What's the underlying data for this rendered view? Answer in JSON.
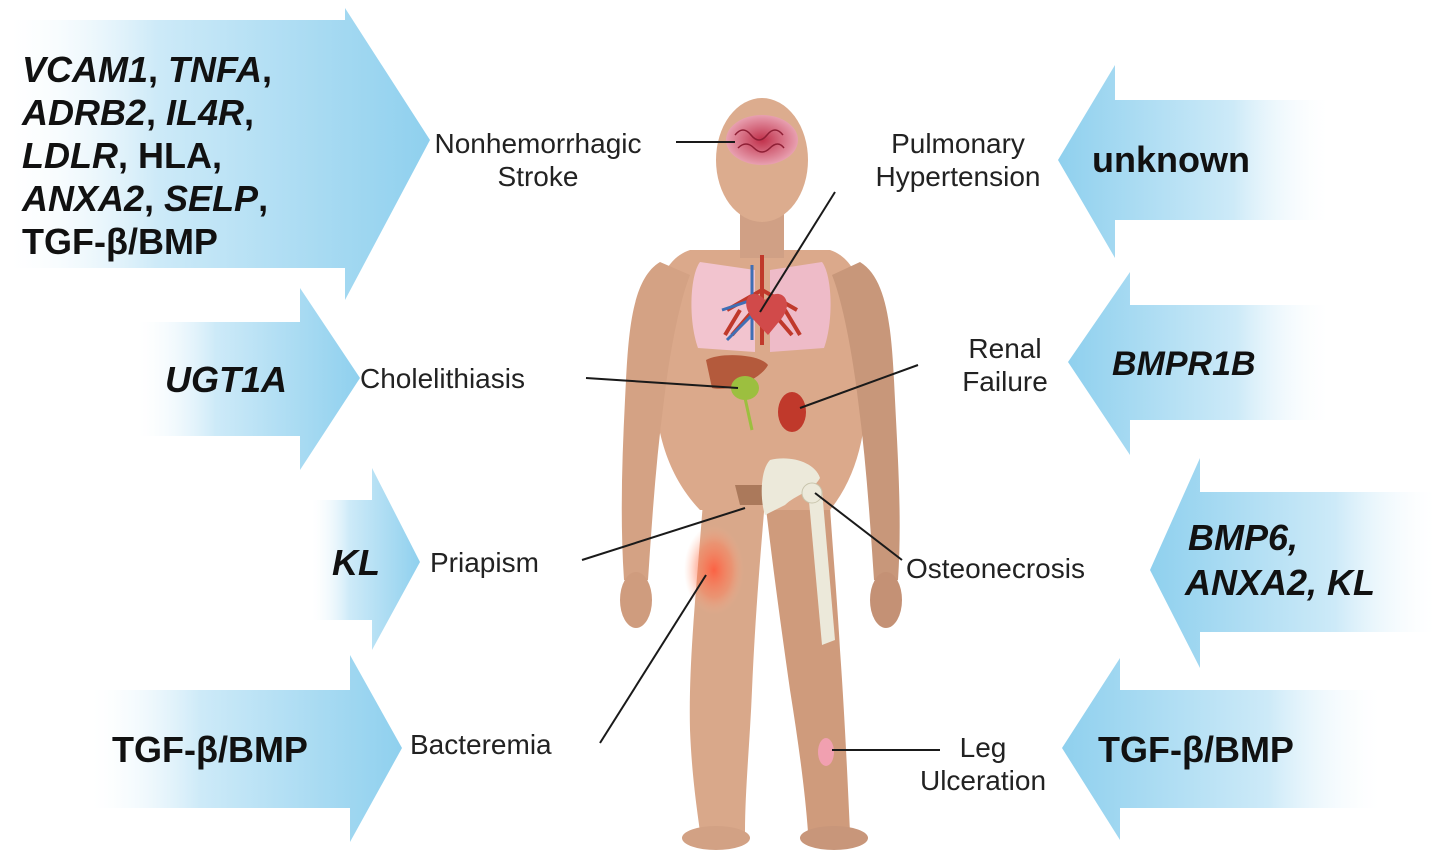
{
  "genes": {
    "stroke": {
      "line1": [
        "VCAM1",
        ", ",
        "TNFA",
        ","
      ],
      "line2": [
        "ADRB2",
        ", ",
        "IL4R",
        ","
      ],
      "line3_italic": "LDLR",
      "line3_upright": ", HLA,",
      "line4": [
        "ANXA2",
        ", ",
        "SELP",
        ","
      ],
      "line5": "TGF-β/BMP"
    },
    "cholelithiasis": "UGT1A",
    "priapism": "KL",
    "bacteremia": "TGF-β/BMP",
    "pulmonary": "unknown",
    "renal": "BMPR1B",
    "osteonecrosis": {
      "line1": "BMP6,",
      "line2": "ANXA2, KL"
    },
    "leg": "TGF-β/BMP"
  },
  "labels": {
    "stroke": [
      "Nonhemorrhagic",
      "Stroke"
    ],
    "pulmonary": [
      "Pulmonary",
      "Hypertension"
    ],
    "cholelithiasis": "Cholelithiasis",
    "renal": [
      "Renal",
      "Failure"
    ],
    "priapism": "Priapism",
    "osteonecrosis": "Osteonecrosis",
    "bacteremia": "Bacteremia",
    "leg": [
      "Leg",
      "Ulceration"
    ]
  },
  "colors": {
    "arrow_dark": "#8fd0ee",
    "arrow_light": "#ffffff",
    "skin": "#d9a88a",
    "skin_shadow": "#b98567",
    "lung": "#f2c4cf",
    "vessel_red": "#c0392b",
    "vessel_blue": "#3f6fb5",
    "bone": "#ece9da",
    "liver": "#b45a3c",
    "kidney": "#c0392b",
    "inflammation": "#ff5a3c"
  }
}
